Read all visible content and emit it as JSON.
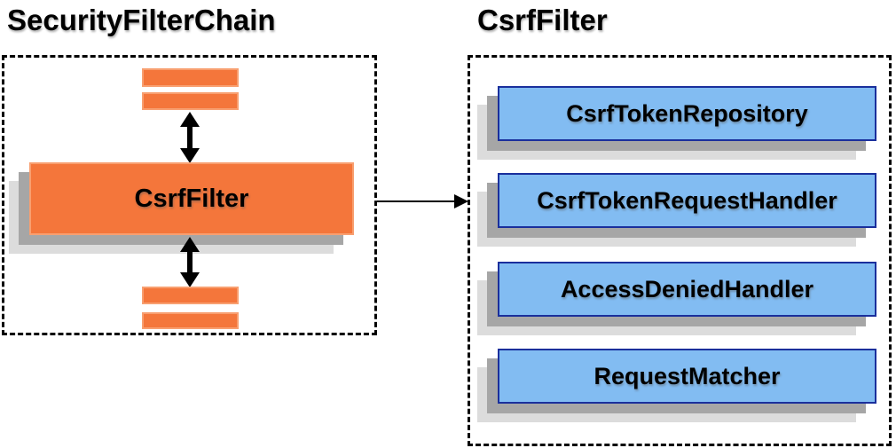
{
  "left_panel": {
    "title": "SecurityFilterChain",
    "filter_label": "CsrfFilter"
  },
  "right_panel": {
    "title": "CsrfFilter",
    "components": [
      "CsrfTokenRepository",
      "CsrfTokenRequestHandler",
      "AccessDeniedHandler",
      "RequestMatcher"
    ]
  },
  "colors": {
    "orange_fill": "#f4763b",
    "orange_border": "#f89f70",
    "blue_fill": "#82bcf2",
    "blue_border": "#1a2f9c",
    "shadow_dark": "#a6a6a6",
    "shadow_light": "#dcdcdc",
    "arrow_black": "#000000"
  }
}
